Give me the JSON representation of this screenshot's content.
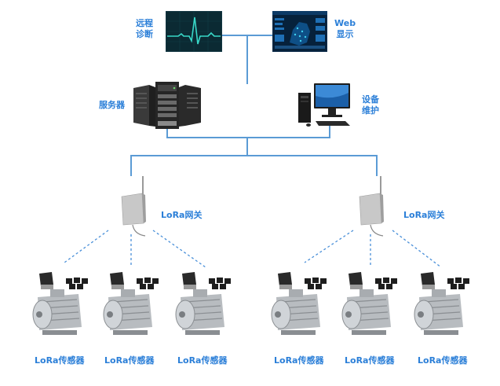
{
  "top": {
    "remote_diagnosis": [
      "远程",
      "诊断"
    ],
    "web_display": [
      "Web",
      "显示"
    ]
  },
  "middle": {
    "server_label": "服务器",
    "maintenance": [
      "设备",
      "维护"
    ]
  },
  "gateways": [
    {
      "label": "LoRa网关"
    },
    {
      "label": "LoRa网关"
    }
  ],
  "sensors": [
    {
      "label": "LoRa传感器"
    },
    {
      "label": "LoRa传感器"
    },
    {
      "label": "LoRa传感器"
    },
    {
      "label": "LoRa传感器"
    },
    {
      "label": "LoRa传感器"
    },
    {
      "label": "LoRa传感器"
    }
  ],
  "colors": {
    "link": "#5b9bd5",
    "label": "#2b7fd8",
    "wireless": "#4a90d9",
    "monitor_bg": "#0b2a33",
    "ecg_line": "#38d8c8"
  }
}
